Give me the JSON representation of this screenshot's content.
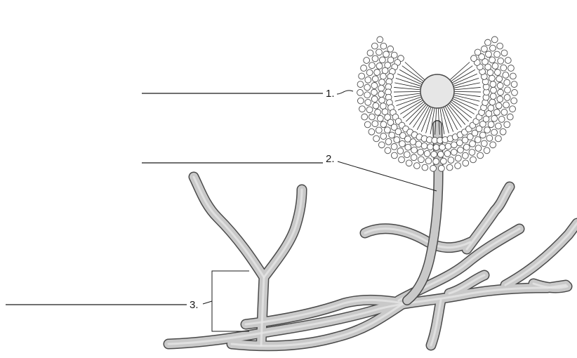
{
  "labels": {
    "label1": "1.",
    "label2": "2.",
    "label3": "3."
  },
  "colors": {
    "outline": "#4a4a4a",
    "fill": "#c9c9c9",
    "highlight": "#e6e6e6",
    "ink": "#1a1a1a"
  }
}
